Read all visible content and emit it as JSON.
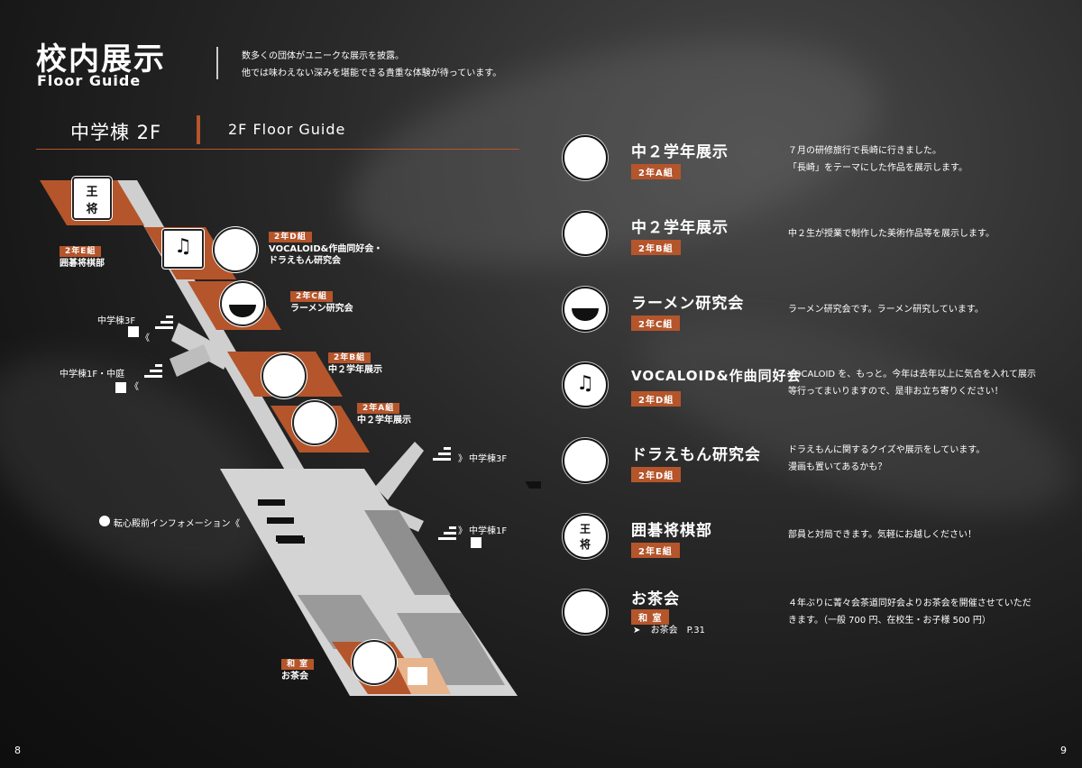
{
  "header": {
    "title": "校内展示",
    "subtitle": "Floor Guide",
    "lead": [
      "数多くの団体がユニークな展示を披露。",
      "他では味わえない深みを堪能できる貴重な体験が待っています。"
    ]
  },
  "section": {
    "title": "中学棟 2F",
    "subtitle": "2F Floor Guide"
  },
  "map_labels": {
    "e": {
      "tag": "2年E組",
      "text": "囲碁将棋部"
    },
    "d": {
      "tag": "2年D組",
      "line1": "VOCALOID&作曲同好会・",
      "line2": "ドラえもん研究会"
    },
    "c": {
      "tag": "2年C組",
      "text": "ラーメン研究会"
    },
    "b": {
      "tag": "2年B組",
      "text": "中２学年展示"
    },
    "a": {
      "tag": "2年A組",
      "text": "中２学年展示"
    },
    "washitsu": {
      "tag": "和 室",
      "text": "お茶会"
    },
    "shogi_piece": [
      "王",
      "将"
    ],
    "to_3f_left": "中学棟3F",
    "to_1f_left": "中学棟1F・中庭",
    "to_3f_right": "中学棟3F",
    "to_1f_right": "中学棟1F",
    "info": "転心殿前インフォメーション",
    "arrows_left": "《",
    "arrows_right": "》",
    "arrows_info": "《"
  },
  "exhibits": [
    {
      "title": "中２学年展示",
      "tag": "2年A組",
      "desc": [
        "７月の研修旅行で長崎に行きました。",
        "「長崎」をテーマにした作品を展示します。"
      ],
      "icon": "pamphlet-icon"
    },
    {
      "title": "中２学年展示",
      "tag": "2年B組",
      "desc": [
        "中２生が授業で制作した美術作品等を展示します。"
      ],
      "icon": "pamphlet-icon"
    },
    {
      "title": "ラーメン研究会",
      "tag": "2年C組",
      "desc": [
        "ラーメン研究会です。ラーメン研究しています。"
      ],
      "icon": "ramen-icon"
    },
    {
      "title": "VOCALOID&作曲同好会",
      "tag": "2年D組",
      "desc": [
        "VOCALOID を、もっと。今年は去年以上に気合を入れて展示",
        "等行ってまいりますので、是非お立ち寄りください！"
      ],
      "icon": "music-note-icon"
    },
    {
      "title": "ドラえもん研究会",
      "tag": "2年D組",
      "desc": [
        "ドラえもんに関するクイズや展示をしています。",
        "漫画も置いてあるかも？"
      ],
      "icon": "robot-cat-icon"
    },
    {
      "title": "囲碁将棋部",
      "tag": "2年E組",
      "desc": [
        "部員と対局できます。気軽にお越しください！"
      ],
      "icon": "shogi-piece-icon"
    },
    {
      "title": "お茶会",
      "tag": "和 室",
      "desc": [
        "４年ぶりに菁々会茶道同好会よりお茶会を開催させていただ",
        "きます。（一般 700 円、在校生・お子様 500 円）"
      ],
      "icon": "tea-cup-icon",
      "note_arrow": "➤",
      "note": "お茶会　P.31"
    }
  ],
  "pages": {
    "left": "8",
    "right": "9"
  },
  "colors": {
    "accent": "#b5552b",
    "floor": "#d9d9d9",
    "room": "#b5552b"
  }
}
